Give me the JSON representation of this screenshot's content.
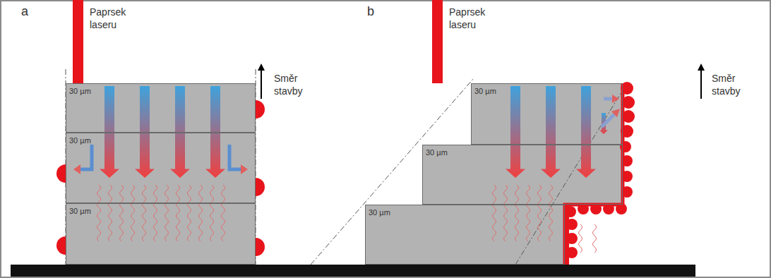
{
  "diagram": {
    "nodes": [
      {
        "text": [
          "30 µm"
        ]
      },
      {
        "text": [
          "30 µm"
        ]
      },
      {
        "text": [
          "30 µm"
        ]
      },
      {
        "text": [
          "30 µm"
        ]
      },
      {
        "text": [
          "30 µm"
        ]
      },
      {
        "text": [
          "30 µm"
        ]
      }
    ],
    "labels": [
      "a",
      "Paprsek laseru",
      "Směr stavby",
      "b",
      "Paprsek laseru",
      "Směr stavby"
    ]
  }
}
